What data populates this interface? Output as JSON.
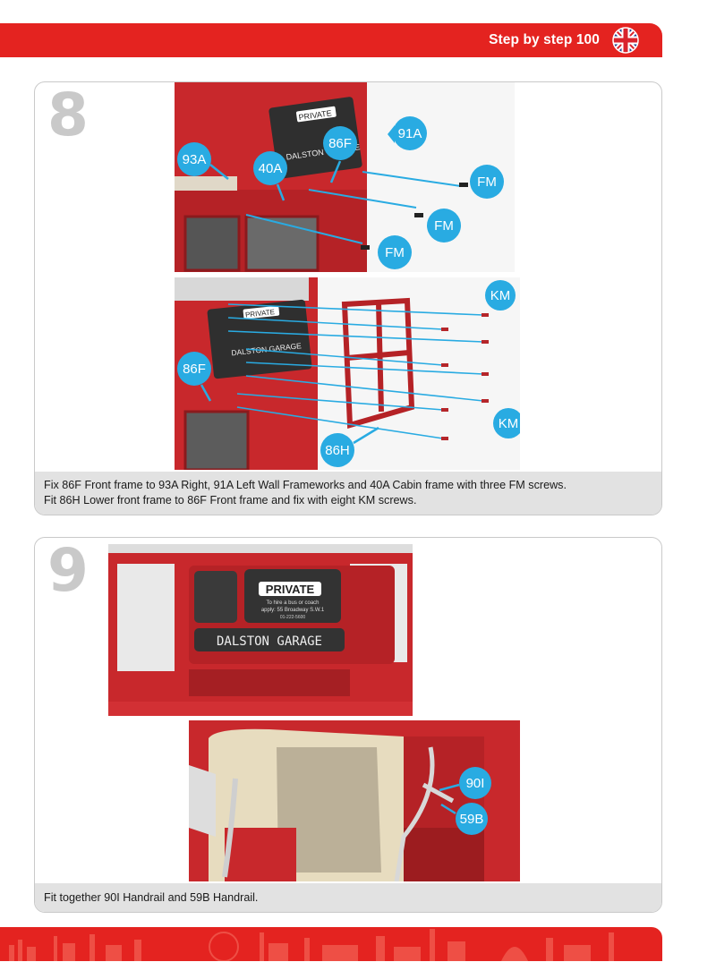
{
  "header": {
    "title": "Step by step 100",
    "language_flag": "uk-flag-icon",
    "bar_color": "#e42320"
  },
  "steps": [
    {
      "number": "8",
      "caption_lines": [
        "Fix 86F Front frame to 93A Right, 91A Left Wall Frameworks and 40A Cabin frame with three FM screws.",
        "Fit 86H Lower front frame to 86F Front frame and fix with eight KM screws."
      ],
      "image1": {
        "sign_top": "PRIVATE",
        "sign_bottom": "DALSTON GARAGE",
        "callouts": [
          "91A",
          "86F",
          "93A",
          "40A",
          "FM",
          "FM",
          "FM"
        ]
      },
      "image2": {
        "sign_top": "PRIVATE",
        "sign_bottom": "DALSTON GARAGE",
        "callouts": [
          "KM",
          "86F",
          "KM",
          "86H"
        ]
      }
    },
    {
      "number": "9",
      "caption_lines": [
        "Fit together 90I Handrail and 59B Handrail."
      ],
      "image1": {
        "sign_top": "PRIVATE",
        "sign_lines": [
          "To hire a bus or coach",
          "apply: 55 Broadway S.W.1",
          "01-222-5600"
        ],
        "sign_bottom": "DALSTON GARAGE"
      },
      "image2": {
        "callouts": [
          "90I",
          "59B"
        ]
      }
    }
  ],
  "colors": {
    "accent_red": "#e42320",
    "callout_blue": "#29abe2",
    "bus_red": "#c8282c",
    "panel_border": "#c9c9c9",
    "caption_bg": "#e2e2e2"
  },
  "footer": {
    "decoration": "london-skyline-silhouette"
  }
}
